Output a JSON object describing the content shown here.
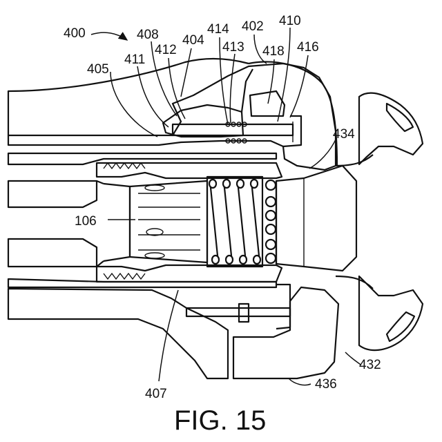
{
  "figure": {
    "caption": "FIG. 15",
    "reference_numerals": {
      "n400": "400",
      "n408": "408",
      "n414": "414",
      "n402": "402",
      "n410": "410",
      "n404": "404",
      "n412": "412",
      "n413": "413",
      "n418": "418",
      "n416": "416",
      "n411": "411",
      "n405": "405",
      "n434": "434",
      "n106": "106",
      "n432": "432",
      "n407": "407",
      "n436": "436"
    }
  }
}
